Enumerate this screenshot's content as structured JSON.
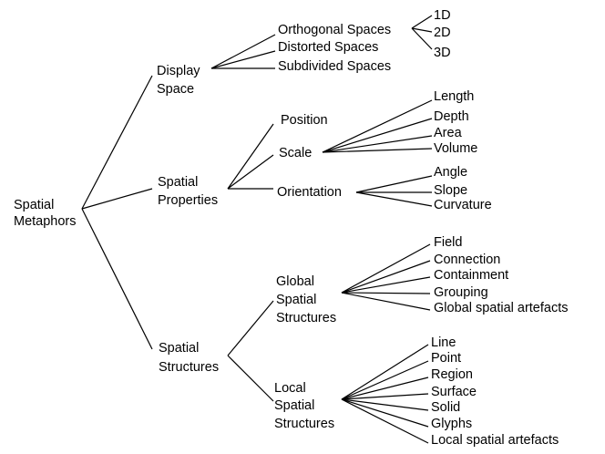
{
  "root": {
    "line1": "Spatial",
    "line2": "Metaphors"
  },
  "branches": {
    "display_space": {
      "line1": "Display",
      "line2": "Space",
      "children": {
        "orthogonal": "Orthogonal Spaces",
        "distorted": "Distorted Spaces",
        "subdivided": "Subdivided Spaces"
      },
      "orthogonal_children": [
        "1D",
        "2D",
        "3D"
      ]
    },
    "spatial_properties": {
      "line1": "Spatial",
      "line2": "Properties",
      "children": {
        "position": "Position",
        "scale": "Scale",
        "orientation": "Orientation"
      },
      "scale_children": [
        "Length",
        "Depth",
        "Area",
        "Volume"
      ],
      "orientation_children": [
        "Angle",
        "Slope",
        "Curvature"
      ]
    },
    "spatial_structures": {
      "line1": "Spatial",
      "line2": "Structures",
      "global": {
        "line1": "Global",
        "line2": "Spatial",
        "line3": "Structures",
        "children": [
          "Field",
          "Connection",
          "Containment",
          "Grouping",
          "Global spatial artefacts"
        ]
      },
      "local": {
        "line1": "Local",
        "line2": "Spatial",
        "line3": "Structures",
        "children": [
          "Line",
          "Point",
          "Region",
          "Surface",
          "Solid",
          "Glyphs",
          "Local spatial artefacts"
        ]
      }
    }
  }
}
